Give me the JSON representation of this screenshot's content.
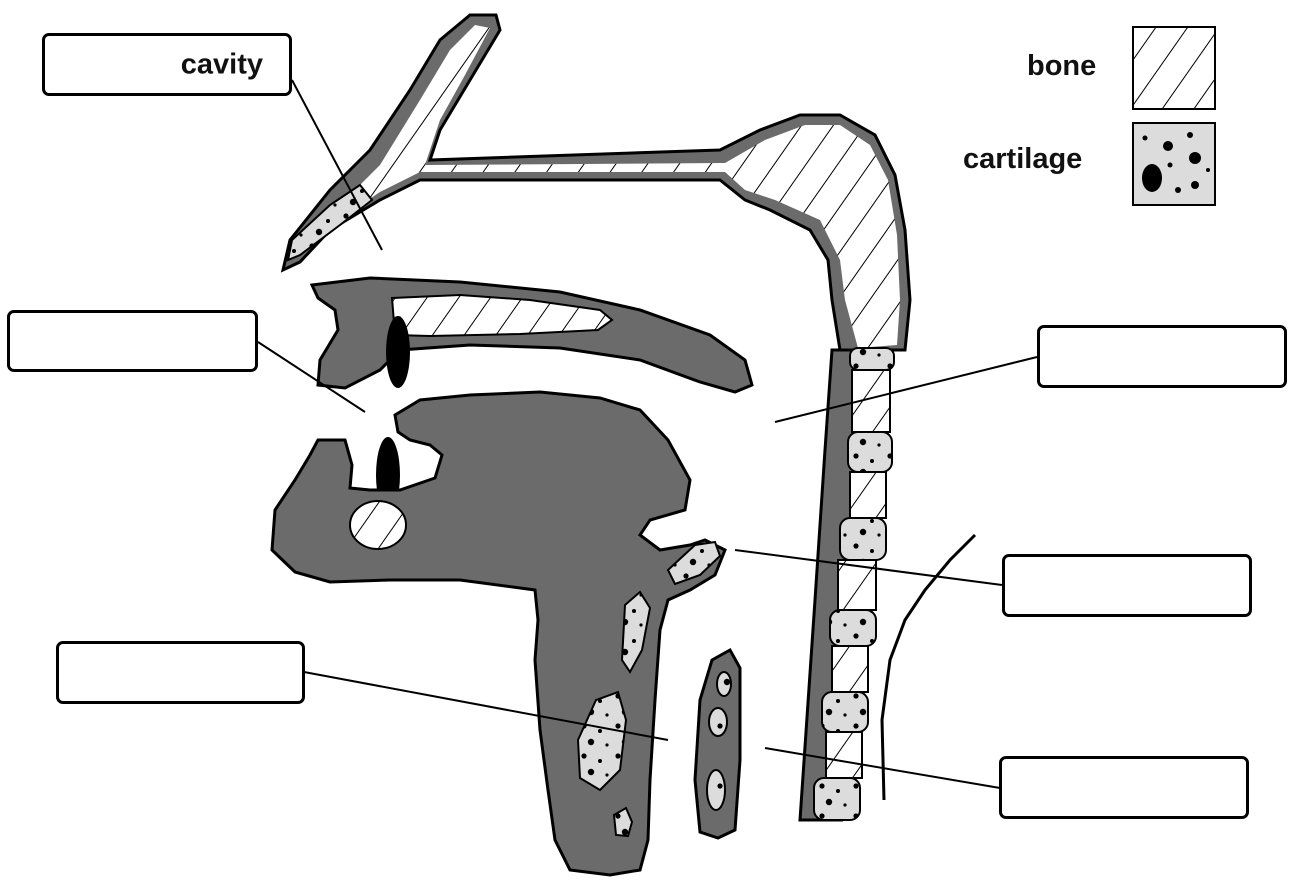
{
  "diagram": {
    "labels": [
      {
        "id": "box-cavity",
        "text": "cavity"
      },
      {
        "id": "box-mouth",
        "text": ""
      },
      {
        "id": "box-pharynx",
        "text": ""
      },
      {
        "id": "box-hyoid",
        "text": ""
      },
      {
        "id": "box-epiglottis",
        "text": ""
      },
      {
        "id": "box-trachea",
        "text": ""
      }
    ]
  },
  "legend": {
    "bone_label": "bone",
    "cartilage_label": "cartilage"
  },
  "colors": {
    "tissue_gray": "#6b6b6b",
    "cartilage_fill": "#dcdcdc",
    "outline": "#000000",
    "background": "#ffffff"
  }
}
